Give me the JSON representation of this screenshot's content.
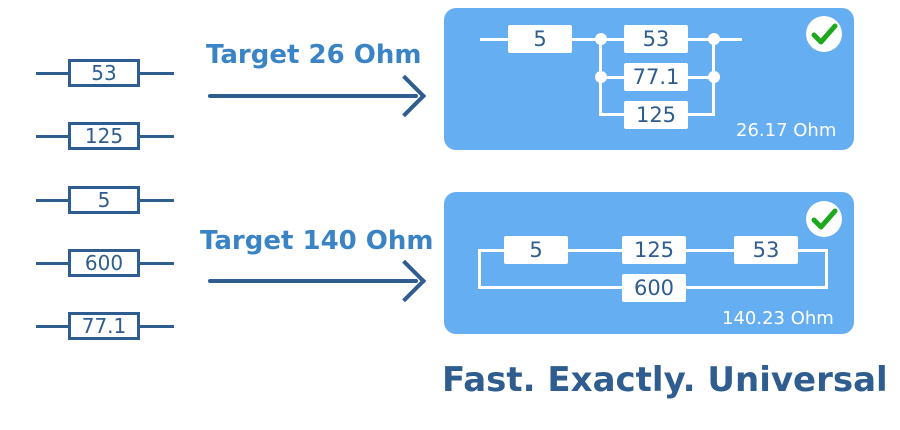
{
  "resistors": [
    "53",
    "125",
    "5",
    "600",
    "77.1"
  ],
  "examples": [
    {
      "target_label": "Target 26 Ohm",
      "circuit": {
        "series": "5",
        "parallel": [
          "53",
          "77.1",
          "125"
        ]
      },
      "result": "26.17 Ohm",
      "status_icon": "check-icon"
    },
    {
      "target_label": "Target 140 Ohm",
      "circuit": {
        "series_chain": [
          "5",
          "125",
          "53"
        ],
        "parallel_branch": "600"
      },
      "result": "140.23 Ohm",
      "status_icon": "check-icon"
    }
  ],
  "tagline": "Fast. Exactly. Universal",
  "colors": {
    "dark_blue": "#2f5d8f",
    "label_blue": "#3a84c6",
    "panel_blue": "#66aef2",
    "check_green": "#1ea81e"
  }
}
